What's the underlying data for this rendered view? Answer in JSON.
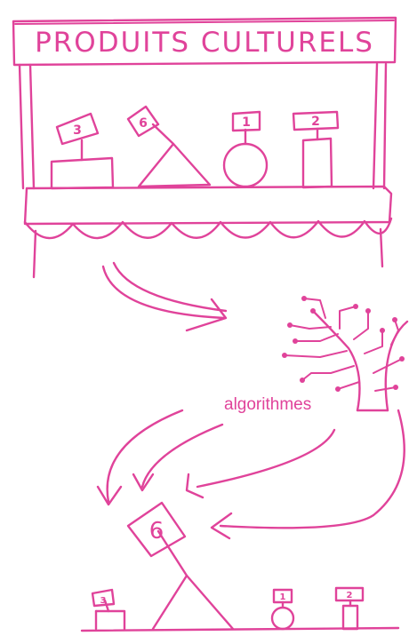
{
  "stall": {
    "sign_text": "PRODUITS CULTURELS",
    "items": [
      {
        "shape": "box",
        "rank_label": "3"
      },
      {
        "shape": "triangle",
        "rank_label": "6"
      },
      {
        "shape": "circle",
        "rank_label": "1"
      },
      {
        "shape": "rectangle",
        "rank_label": "2"
      }
    ]
  },
  "process": {
    "label": "algorithmes",
    "icon": "circuit-tree-icon"
  },
  "result": {
    "highlighted_rank_label": "6",
    "bottom_items": [
      {
        "shape": "box",
        "rank_label": "3"
      },
      {
        "shape": "triangle",
        "rank_label": ""
      },
      {
        "shape": "circle",
        "rank_label": "1"
      },
      {
        "shape": "rectangle",
        "rank_label": "2"
      }
    ]
  },
  "colors": {
    "ink": "#e0439a",
    "background": "#ffffff"
  }
}
